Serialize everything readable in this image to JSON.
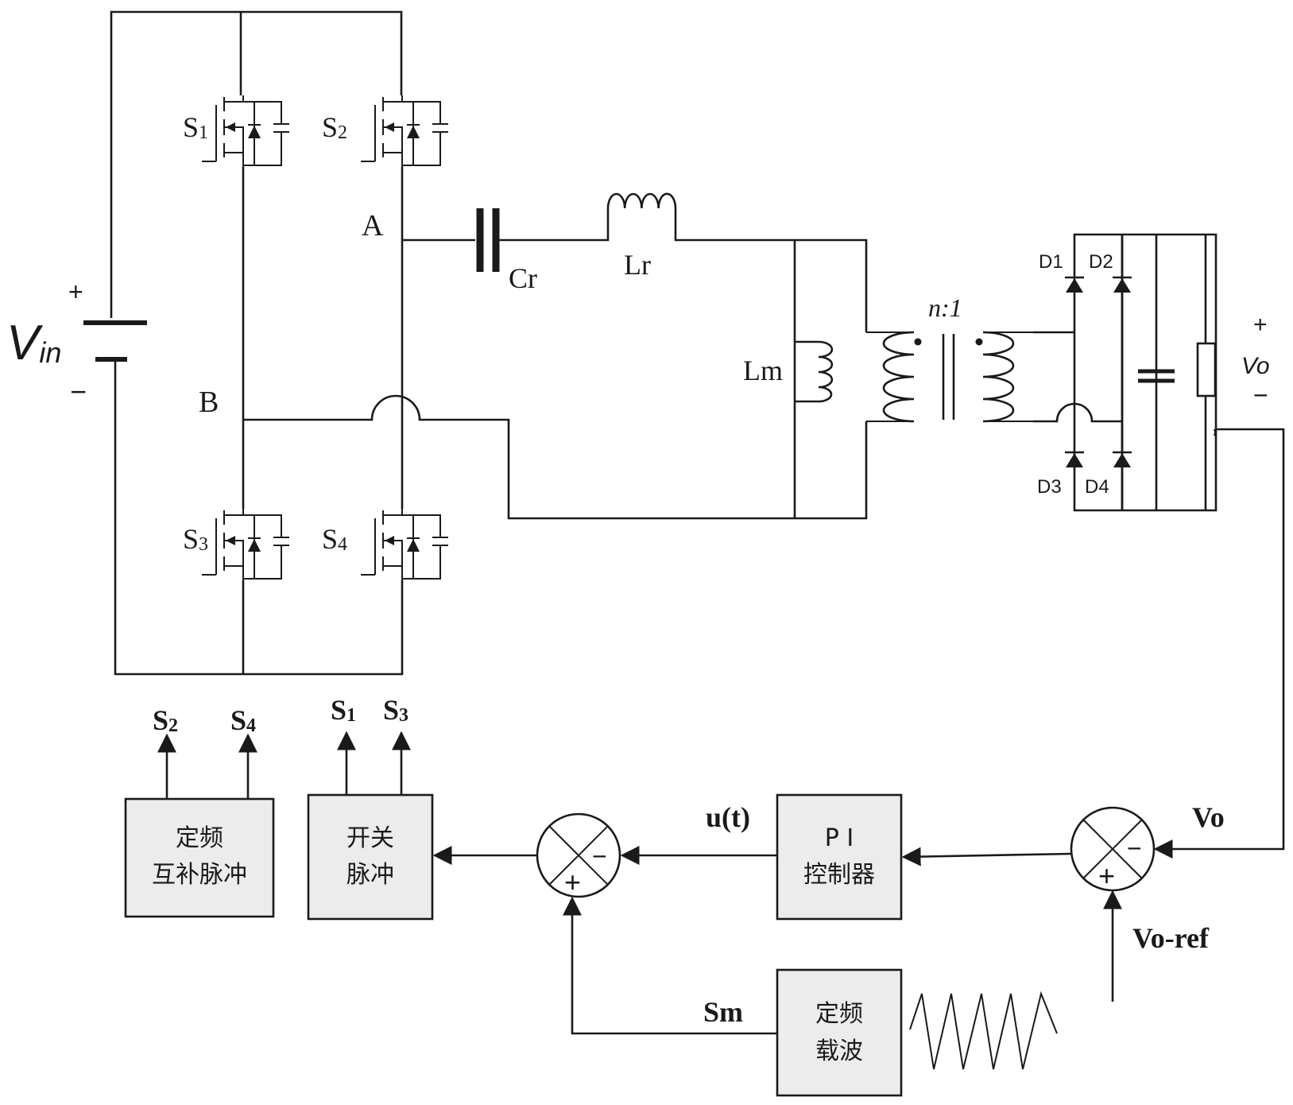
{
  "source": {
    "label_main": "V",
    "label_sub": "in",
    "plus": "+",
    "minus": "−"
  },
  "nodes": {
    "a": "A",
    "b": "B"
  },
  "switches": [
    {
      "main": "S",
      "sub": "1"
    },
    {
      "main": "S",
      "sub": "2"
    },
    {
      "main": "S",
      "sub": "3"
    },
    {
      "main": "S",
      "sub": "4"
    }
  ],
  "tank": {
    "cr": "Cr",
    "lr": "Lr",
    "lm": "Lm",
    "ratio": "n:1"
  },
  "diodes": [
    "D1",
    "D2",
    "D3",
    "D4"
  ],
  "output": {
    "plus": "+",
    "label": "Vo",
    "minus": "−"
  },
  "control": {
    "vo_feedback": "Vo",
    "vo_ref": "Vo-ref",
    "u_t": "u(t)",
    "sm": "Sm",
    "sum1": {
      "minus": "−",
      "plus": "+"
    },
    "sum2": {
      "minus": "−",
      "plus": "+"
    },
    "pi_box": {
      "line1": "P I",
      "line2": "控制器"
    },
    "switch_pulse_box": {
      "line1": "开关",
      "line2": "脉冲"
    },
    "comp_pulse_box": {
      "line1": "定频",
      "line2": "互补脉冲"
    },
    "carrier_box": {
      "line1": "定频",
      "line2": "载波"
    },
    "pulse_outputs_left": [
      {
        "main": "S",
        "sub": "2"
      },
      {
        "main": "S",
        "sub": "4"
      }
    ],
    "pulse_outputs_right": [
      {
        "main": "S",
        "sub": "1"
      },
      {
        "main": "S",
        "sub": "3"
      }
    ]
  }
}
